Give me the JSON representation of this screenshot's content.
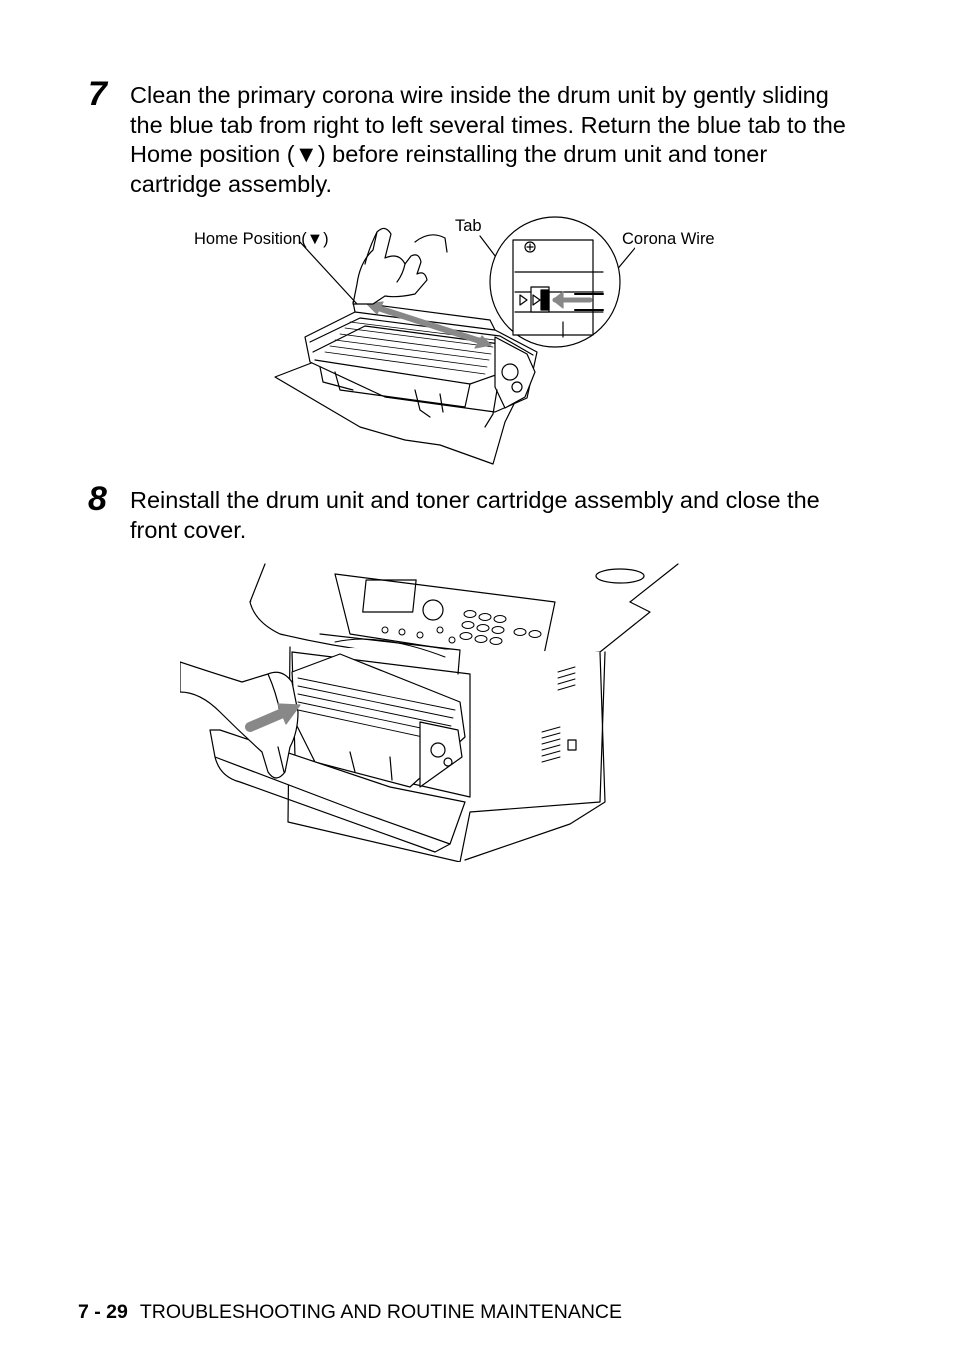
{
  "steps": [
    {
      "number": "7",
      "text": "Clean the primary corona wire inside the drum unit by gently sliding the blue tab from right to left several times. Return the blue tab to the Home position (▼) before reinstalling the drum unit and toner cartridge assembly."
    },
    {
      "number": "8",
      "text": "Reinstall the drum unit and toner cartridge assembly and close the front cover."
    }
  ],
  "figure1": {
    "callouts": {
      "home_position": "Home Position(▼)",
      "tab": "Tab",
      "corona_wire": "Corona Wire"
    }
  },
  "footer": {
    "page_number": "7 - 29",
    "section_title": "TROUBLESHOOTING AND ROUTINE MAINTENANCE"
  }
}
